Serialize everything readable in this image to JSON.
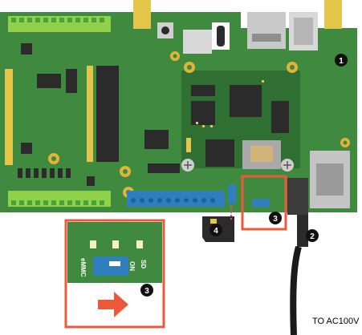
{
  "callouts": {
    "one": "1",
    "two": "2",
    "three": "3",
    "three_zoom": "3",
    "four": "4"
  },
  "switch_labels": {
    "emmc": "eMMC",
    "sd": "SD",
    "on": "ON"
  },
  "caption": "TO AC100V",
  "colors": {
    "board_green": "#3f8a3e",
    "board_dark": "#2f6f31",
    "highlight_red": "#ea5a3a",
    "terminal_blue": "#2f7fbf",
    "header_yellow": "#e3c64a"
  }
}
